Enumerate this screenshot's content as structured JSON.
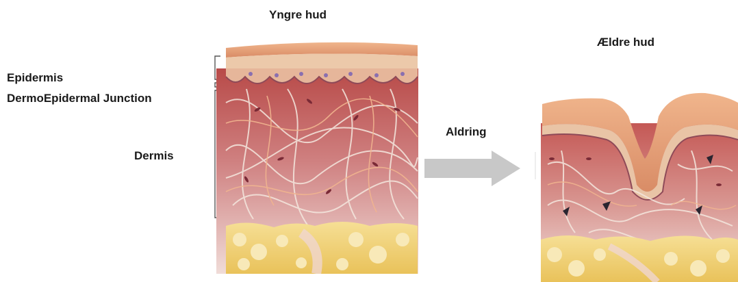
{
  "figure": {
    "title_young": "Yngre hud",
    "title_old": "Ældre hud",
    "transition_label": "Aldring",
    "layers": {
      "epidermis": "Epidermis",
      "junction": "DermoEpidermal Junction",
      "dermis": "Dermis"
    }
  },
  "colors": {
    "epidermis_surface": "#e3a07a",
    "epidermis_layer": "#eac7a8",
    "dermis_top": "#b84a48",
    "dermis_bottom": "#f0dcd8",
    "fat": "#f0cf72",
    "arrow": "#c8c8c8",
    "fiber": "#f4e7de",
    "cell": "#7a2a36"
  }
}
